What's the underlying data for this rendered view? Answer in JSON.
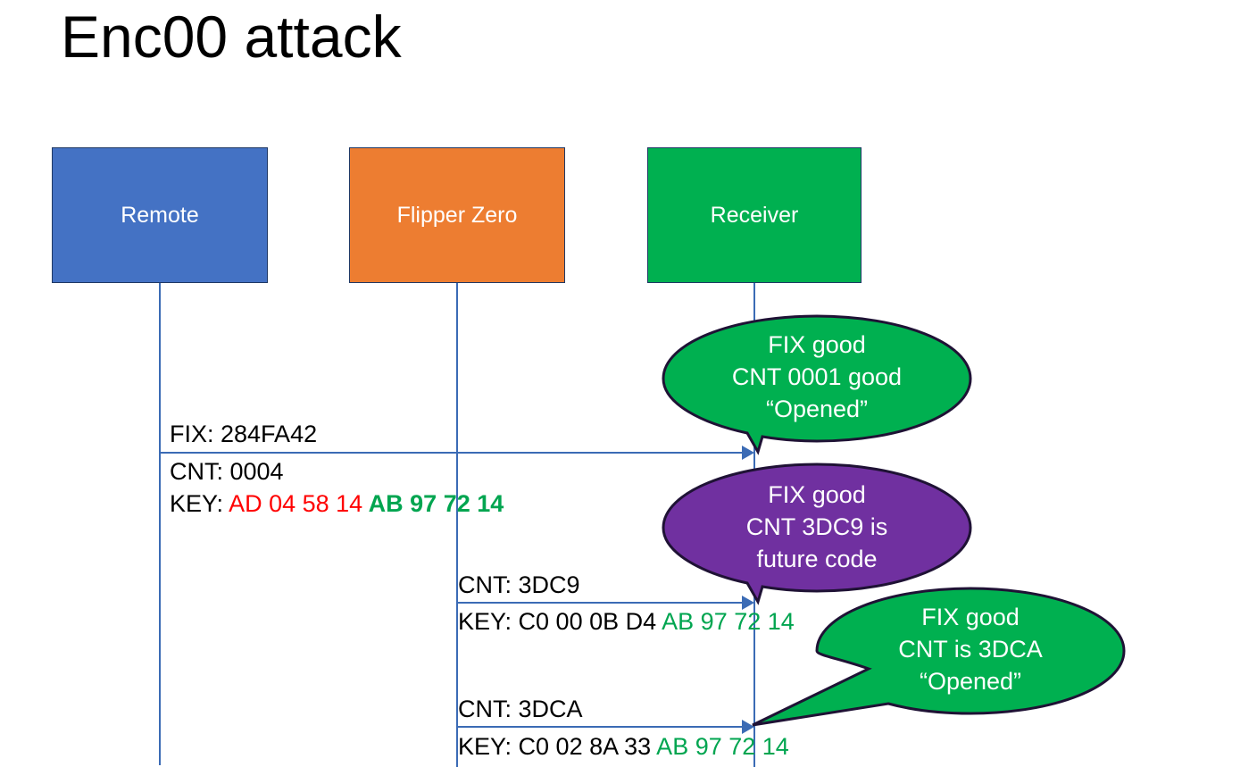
{
  "slide": {
    "title": "Enc00 attack",
    "background": "#FFFFFF"
  },
  "colors": {
    "remote": "#4472C4",
    "flipper": "#ED7D31",
    "receiver": "#00B050",
    "bubble_good": "#00B050",
    "bubble_warn": "#7030A0",
    "line": "#3B6BB5",
    "outline": "#1F3864",
    "text_red": "#FF0000",
    "text_green": "#00A550",
    "text_black": "#000000"
  },
  "actors": [
    {
      "id": "remote",
      "label": "Remote"
    },
    {
      "id": "flipper",
      "label": "Flipper Zero"
    },
    {
      "id": "receiver",
      "label": "Receiver"
    }
  ],
  "messages": [
    {
      "id": "msg1",
      "from": "remote",
      "to": "receiver",
      "above": "FIX: 284FA42",
      "below_line1": "CNT: 0004",
      "below_line2_prefix": "KEY: ",
      "below_line2_red": "AD 04 58 14",
      "below_line2_green": " AB 97 72 14"
    },
    {
      "id": "msg2",
      "from": "flipper",
      "to": "receiver",
      "above": "CNT: 3DC9",
      "below_prefix": "KEY: C0 00 0B D4",
      "below_green": " AB 97 72 14"
    },
    {
      "id": "msg3",
      "from": "flipper",
      "to": "receiver",
      "above": "CNT: 3DCA",
      "below_prefix": "KEY: C0 02 8A 33",
      "below_green": " AB 97 72 14"
    }
  ],
  "bubbles": [
    {
      "id": "bubble1",
      "color": "#00B050",
      "line1": "FIX good",
      "line2": "CNT 0001 good",
      "line3": "“Opened”"
    },
    {
      "id": "bubble2",
      "color": "#7030A0",
      "line1": "FIX good",
      "line2": "CNT 3DC9 is",
      "line3": "future code"
    },
    {
      "id": "bubble3",
      "color": "#00B050",
      "line1": "FIX good",
      "line2": "CNT is 3DCA",
      "line3": "“Opened”"
    }
  ]
}
